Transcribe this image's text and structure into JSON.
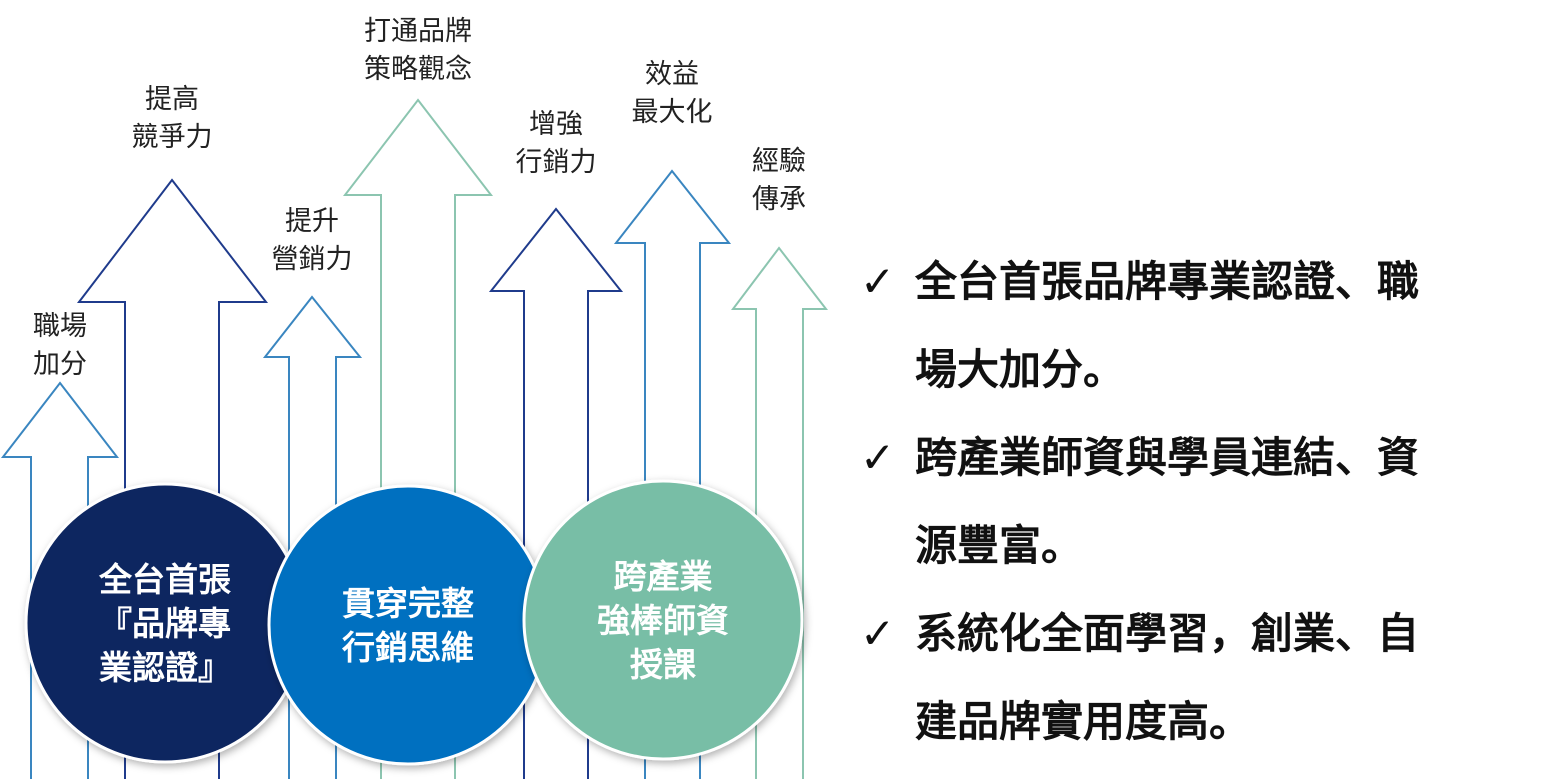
{
  "arrows": [
    {
      "label": [
        "職場",
        "加分"
      ],
      "color": "#3a86c0"
    },
    {
      "label": [
        "提高",
        "競爭力"
      ],
      "color": "#1f3b8c"
    },
    {
      "label": [
        "提升",
        "營銷力"
      ],
      "color": "#3a86c0"
    },
    {
      "label": [
        "打通品牌",
        "策略觀念"
      ],
      "color": "#8cc5b0"
    },
    {
      "label": [
        "增強",
        "行銷力"
      ],
      "color": "#1f3b8c"
    },
    {
      "label": [
        "效益",
        "最大化"
      ],
      "color": "#3a86c0"
    },
    {
      "label": [
        "經驗",
        "傳承"
      ],
      "color": "#8cc5b0"
    }
  ],
  "circles": [
    {
      "lines": [
        "全台首張",
        "『品牌專",
        "業認證』"
      ],
      "color": "#0f2660"
    },
    {
      "lines": [
        "貫穿完整",
        "行銷思維"
      ],
      "color": "#0070c0"
    },
    {
      "lines": [
        "跨產業",
        "強棒師資",
        "授課"
      ],
      "color": "#78bea6"
    }
  ],
  "points": [
    {
      "icon": "checkmark-icon",
      "lines": [
        "全台首張品牌專業認證、職",
        "場大加分。"
      ]
    },
    {
      "icon": "checkmark-icon",
      "lines": [
        "跨產業師資與學員連結、資",
        "源豐富。"
      ]
    },
    {
      "icon": "checkmark-icon",
      "lines": [
        "系統化全面學習，創業、自",
        "建品牌實用度高。"
      ]
    }
  ]
}
